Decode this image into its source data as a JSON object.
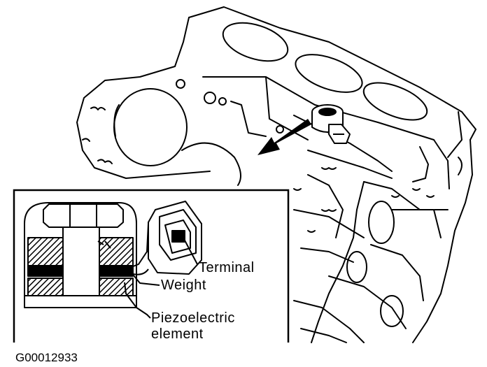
{
  "diagram": {
    "labels": {
      "terminal": "Terminal",
      "weight": "Weight",
      "piezo_line1": "Piezoelectric",
      "piezo_line2": "element"
    },
    "figure_id": "G00012933"
  }
}
